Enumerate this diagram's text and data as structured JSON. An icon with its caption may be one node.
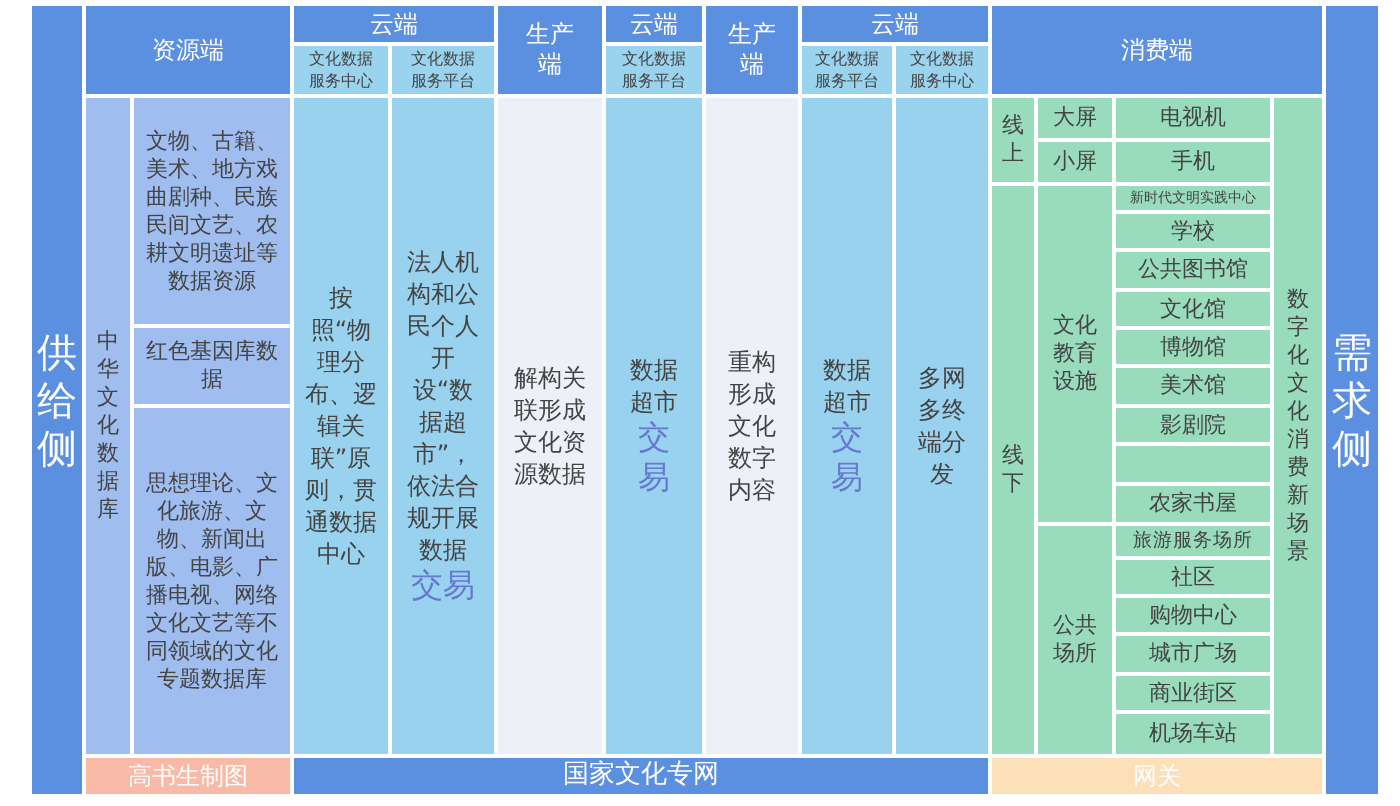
{
  "diagram": {
    "nodes": [
      {
        "text": [
          "供给侧"
        ]
      },
      {
        "text": [
          "资源端"
        ]
      },
      {
        "text": [
          "云端"
        ]
      },
      {
        "text": [
          "文化数据服务中心"
        ]
      },
      {
        "text": [
          "文化数据服务平台"
        ]
      },
      {
        "text": [
          "生产端"
        ]
      },
      {
        "text": [
          "云端"
        ]
      },
      {
        "text": [
          "文化数据服务平台"
        ]
      },
      {
        "text": [
          "生产端"
        ]
      },
      {
        "text": [
          "云端"
        ]
      },
      {
        "text": [
          "文化数据服务平台"
        ]
      },
      {
        "text": [
          "文化数据服务中心"
        ]
      },
      {
        "text": [
          "消费端"
        ]
      },
      {
        "text": [
          "需求侧"
        ]
      },
      {
        "text": [
          "中华文化数据库"
        ]
      },
      {
        "text": [
          "文物、古籍、美术、地方戏曲剧种、民族民间文艺、农耕文明遗址等数据资源"
        ]
      },
      {
        "text": [
          "红色基因库数据"
        ]
      },
      {
        "text": [
          "思想理论、文化旅游、文物、新闻出版、电影、广播电视、网络文化文艺等不同领域的文化专题数据库"
        ]
      },
      {
        "text": [
          "按照“物理分布、逻辑关联”原则，贯通数据中心"
        ]
      },
      {
        "text": [
          "法人机构和公民个人开设“数据超市”，依法合规开展数据",
          "交易"
        ]
      },
      {
        "text": [
          "解构关联形成文化资源数据"
        ]
      },
      {
        "text": [
          "数据超市",
          "交易"
        ]
      },
      {
        "text": [
          "重构形成文化数字内容"
        ]
      },
      {
        "text": [
          "数据超市",
          "交易"
        ]
      },
      {
        "text": [
          "多网多终端分发"
        ]
      },
      {
        "text": [
          "线上"
        ]
      },
      {
        "text": [
          "大屏"
        ]
      },
      {
        "text": [
          "电视机"
        ]
      },
      {
        "text": [
          "小屏"
        ]
      },
      {
        "text": [
          "手机"
        ]
      },
      {
        "text": [
          "数字化文化消费新场景"
        ]
      },
      {
        "text": [
          "线下"
        ]
      },
      {
        "text": [
          "文化教育设施"
        ]
      },
      {
        "text": [
          "新时代文明实践中心"
        ]
      },
      {
        "text": [
          "学校"
        ]
      },
      {
        "text": [
          "公共图书馆"
        ]
      },
      {
        "text": [
          "文化馆"
        ]
      },
      {
        "text": [
          "博物馆"
        ]
      },
      {
        "text": [
          "美术馆"
        ]
      },
      {
        "text": [
          "影剧院"
        ]
      },
      {
        "text": [],
        "shape": "box"
      },
      {
        "text": [
          "农家书屋"
        ]
      },
      {
        "text": [
          "公共场所"
        ]
      },
      {
        "text": [
          "旅游服务场所"
        ]
      },
      {
        "text": [
          "社区"
        ]
      },
      {
        "text": [
          "购物中心"
        ]
      },
      {
        "text": [
          "城市广场"
        ]
      },
      {
        "text": [
          "商业街区"
        ]
      },
      {
        "text": [
          "机场车站"
        ]
      },
      {
        "text": [
          "高书生制图"
        ]
      },
      {
        "text": [
          "国家文化专网"
        ]
      },
      {
        "text": [
          "网关"
        ]
      }
    ]
  }
}
